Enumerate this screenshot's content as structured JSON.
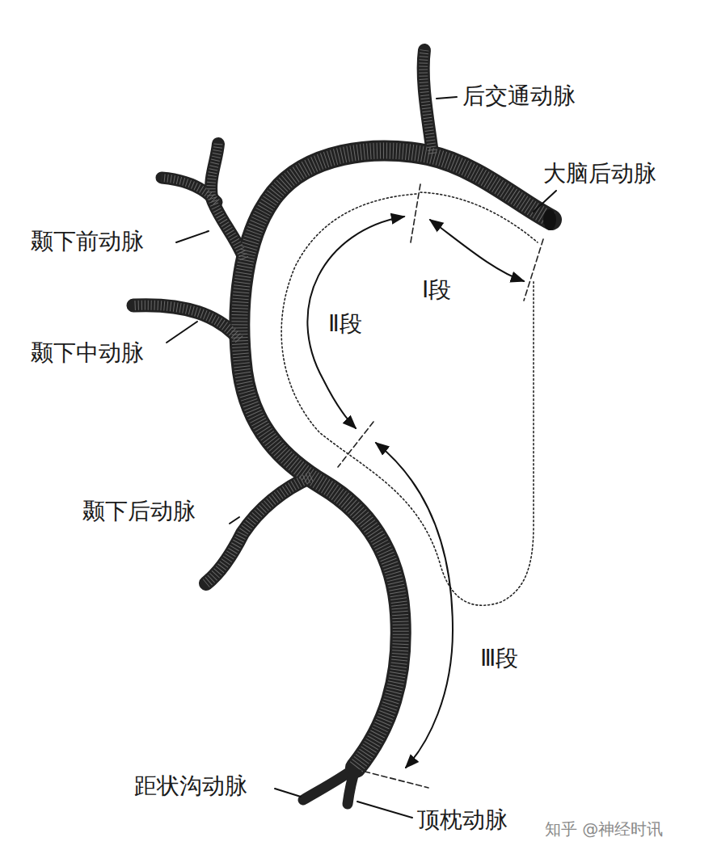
{
  "diagram": {
    "labels": [
      "后交通动脉",
      "大脑后动脉",
      "颞下前动脉",
      "Ⅰ段",
      "Ⅱ段",
      "颞下中动脉",
      "颞下后动脉",
      "Ⅲ段",
      "距状沟动脉",
      "顶枕动脉",
      "知乎 @神经时讯"
    ]
  }
}
